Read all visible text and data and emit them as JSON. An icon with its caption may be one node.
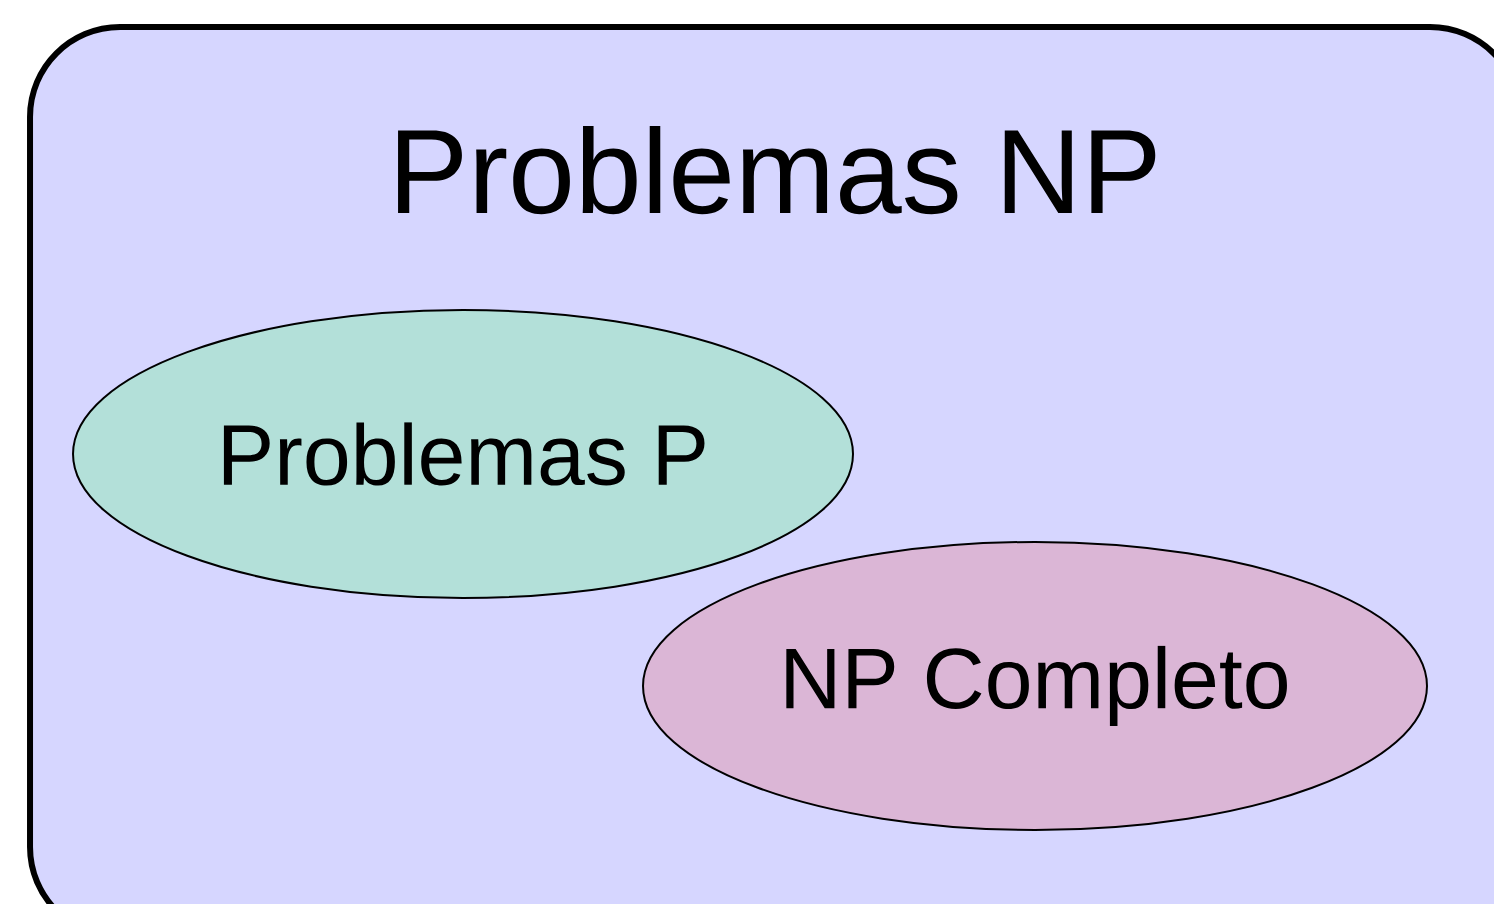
{
  "diagram": {
    "nodes": [
      {
        "text": [
          "Problemas NP"
        ]
      },
      {
        "text": [
          "Problemas P"
        ],
        "in": 0
      },
      {
        "text": [
          "NP Completo"
        ],
        "in": 0
      }
    ]
  }
}
